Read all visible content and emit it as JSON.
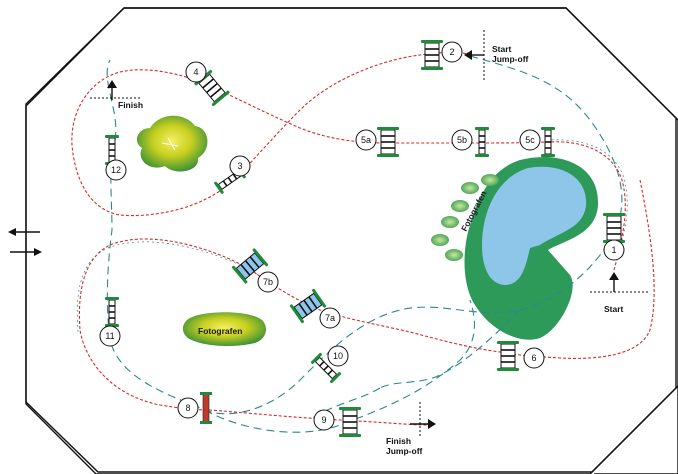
{
  "labels": {
    "start": "Start",
    "start_jumpoff_1": "Start",
    "start_jumpoff_2": "Jump-off",
    "finish": "Finish",
    "finish_jumpoff_1": "Finish",
    "finish_jumpoff_2": "Jump-off",
    "fotografen_pond": "Fotografen",
    "fotografen_field": "Fotografen"
  },
  "obstacles": {
    "o1": "1",
    "o2": "2",
    "o3": "3",
    "o4": "4",
    "o5a": "5a",
    "o5b": "5b",
    "o5c": "5c",
    "o6": "6",
    "o7a": "7a",
    "o7b": "7b",
    "o8": "8",
    "o9": "9",
    "o10": "10",
    "o11": "11",
    "o12": "12"
  },
  "colors": {
    "arena_border": "#111111",
    "main_route": "#d42a2a",
    "jumpoff_route": "#2a8a8a",
    "grass": "#2e9a5a",
    "water": "#8ec6ea",
    "bush_light": "#e8e020",
    "bush_dark": "#2c8a3a",
    "water_jump": "#8ec6ea",
    "wall": "#c0392b"
  }
}
